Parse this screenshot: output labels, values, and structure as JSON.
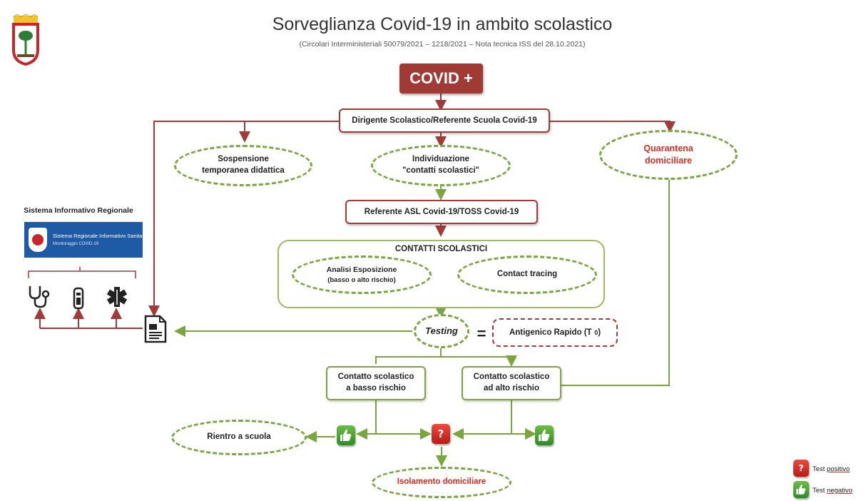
{
  "header": {
    "title": "Sorveglianza Covid-19 in ambito scolastico",
    "subtitle": "(Circolari Interministeriali 50079/2021 – 1218/2021 – Nota tecnica ISS del 28.10.2021)"
  },
  "flow": {
    "covid": "COVID +",
    "dirigente": "Dirigente Scolastico/Referente Scuola Covid-19",
    "sospensione": [
      "Sospensione",
      "temporanea didattica"
    ],
    "individuazione": [
      "Individuazione",
      "\"contatti scolastici\""
    ],
    "quarantena": [
      "Quarantena",
      "domiciliare"
    ],
    "referente_asl": "Referente ASL Covid-19/TOSS Covid-19",
    "contatti_title": "CONTATTI SCOLASTICI",
    "analisi": [
      "Analisi Esposizione",
      "(basso o alto rischio)"
    ],
    "contact_tracing": "Contact tracing",
    "testing": "Testing",
    "equals": "=",
    "antigenico": "Antigenico Rapido (T",
    "antigenico_sub": "0",
    "antigenico_end": ")",
    "basso": [
      "Contatto scolastico",
      "a basso rischio"
    ],
    "alto": [
      "Contatto scolastico",
      "ad alto rischio"
    ],
    "rientro": "Rientro a scuola",
    "isolamento": "Isolamento domiciliare"
  },
  "sir": {
    "title": "Sistema Informativo Regionale",
    "logo_name": "Sistema Regionale Informativo Sanitario",
    "logo_sub": "Monitoraggio COVID-19"
  },
  "legend": {
    "positive_prefix": "Test",
    "positive_word": "positivo",
    "negative_prefix": "Test",
    "negative_word": "negativo"
  },
  "colors": {
    "dark_red": "#a13a35",
    "green": "#7aa640",
    "alert_red": "#e02b20"
  },
  "icons": [
    "regione-puglia-crest-icon",
    "stethoscope-icon",
    "test-tube-icon",
    "star-of-life-icon",
    "document-icon",
    "thumbs-up-icon",
    "question-icon"
  ]
}
